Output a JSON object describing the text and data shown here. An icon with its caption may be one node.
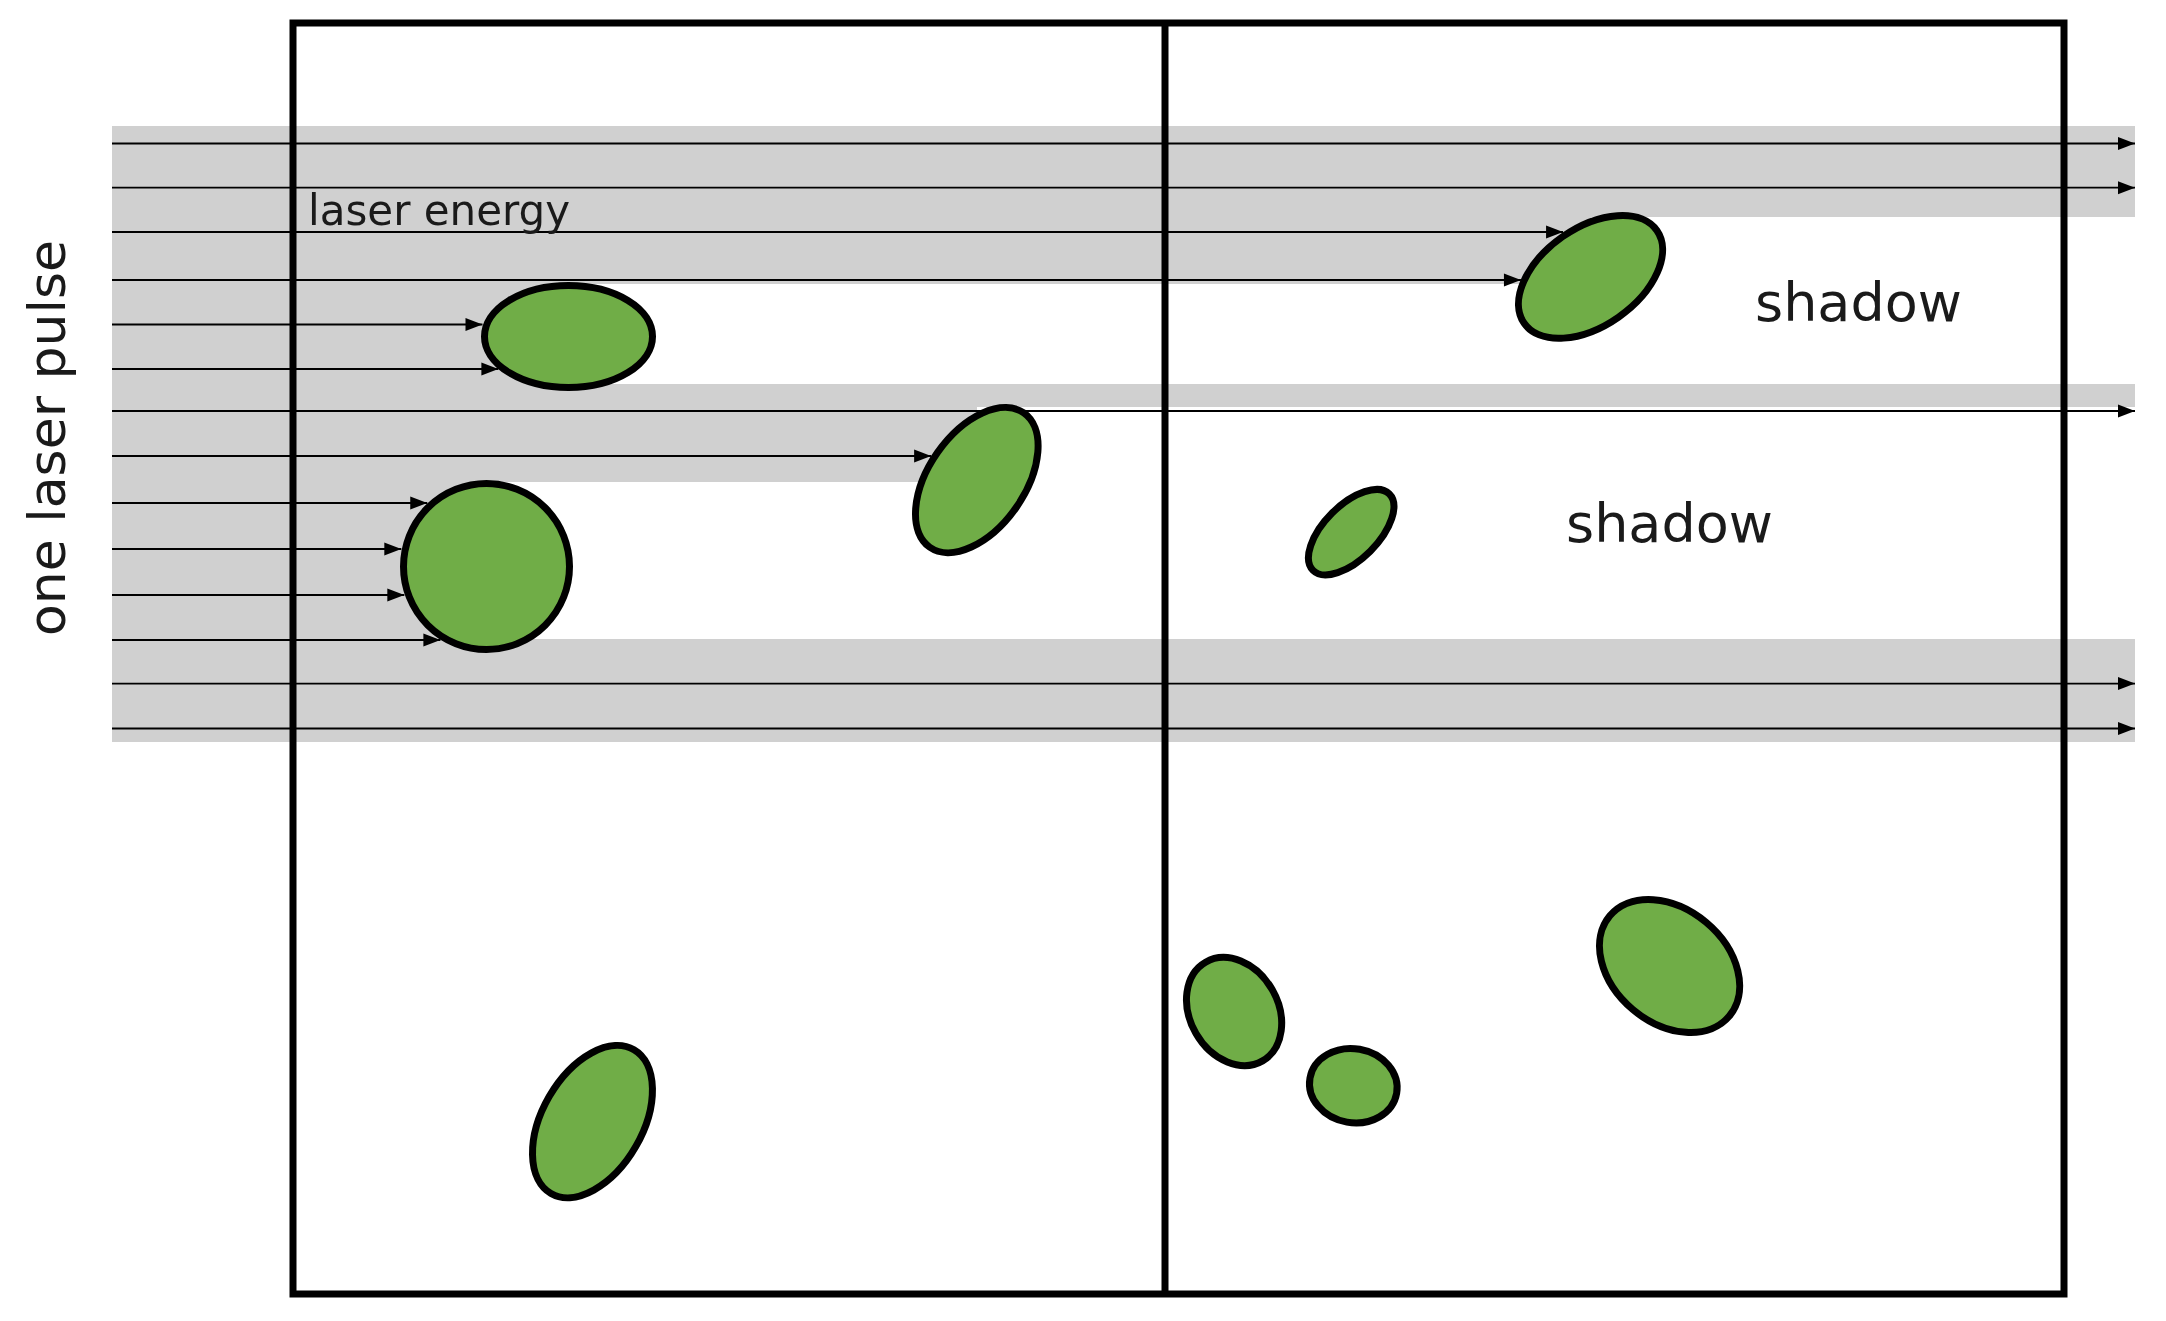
{
  "diagram": {
    "nodes": [
      {
        "text": [],
        "shape": "ellipse"
      },
      {
        "text": [],
        "shape": "ellipse"
      },
      {
        "text": [],
        "shape": "ellipse"
      },
      {
        "text": [],
        "shape": "ellipse"
      },
      {
        "text": [],
        "shape": "circle"
      },
      {
        "text": [],
        "shape": "ellipse"
      },
      {
        "text": [],
        "shape": "ellipse"
      },
      {
        "text": [],
        "shape": "ellipse"
      },
      {
        "text": [],
        "shape": "ellipse"
      }
    ],
    "edges": [
      {
        "from": null,
        "to": 0,
        "arrow": "to"
      },
      {
        "from": null,
        "to": 0,
        "arrow": "to"
      },
      {
        "from": null,
        "to": 1,
        "arrow": "to"
      },
      {
        "from": null,
        "to": 1,
        "arrow": "to"
      },
      {
        "from": null,
        "to": 2,
        "arrow": "to"
      },
      {
        "from": null,
        "to": 4,
        "arrow": "to"
      },
      {
        "from": null,
        "to": 4,
        "arrow": "to"
      },
      {
        "from": null,
        "to": 4,
        "arrow": "to"
      },
      {
        "from": null,
        "to": 4,
        "arrow": "to"
      }
    ],
    "labels": [
      "one laser pulse",
      "laser energy",
      "shadow",
      "shadow"
    ]
  }
}
